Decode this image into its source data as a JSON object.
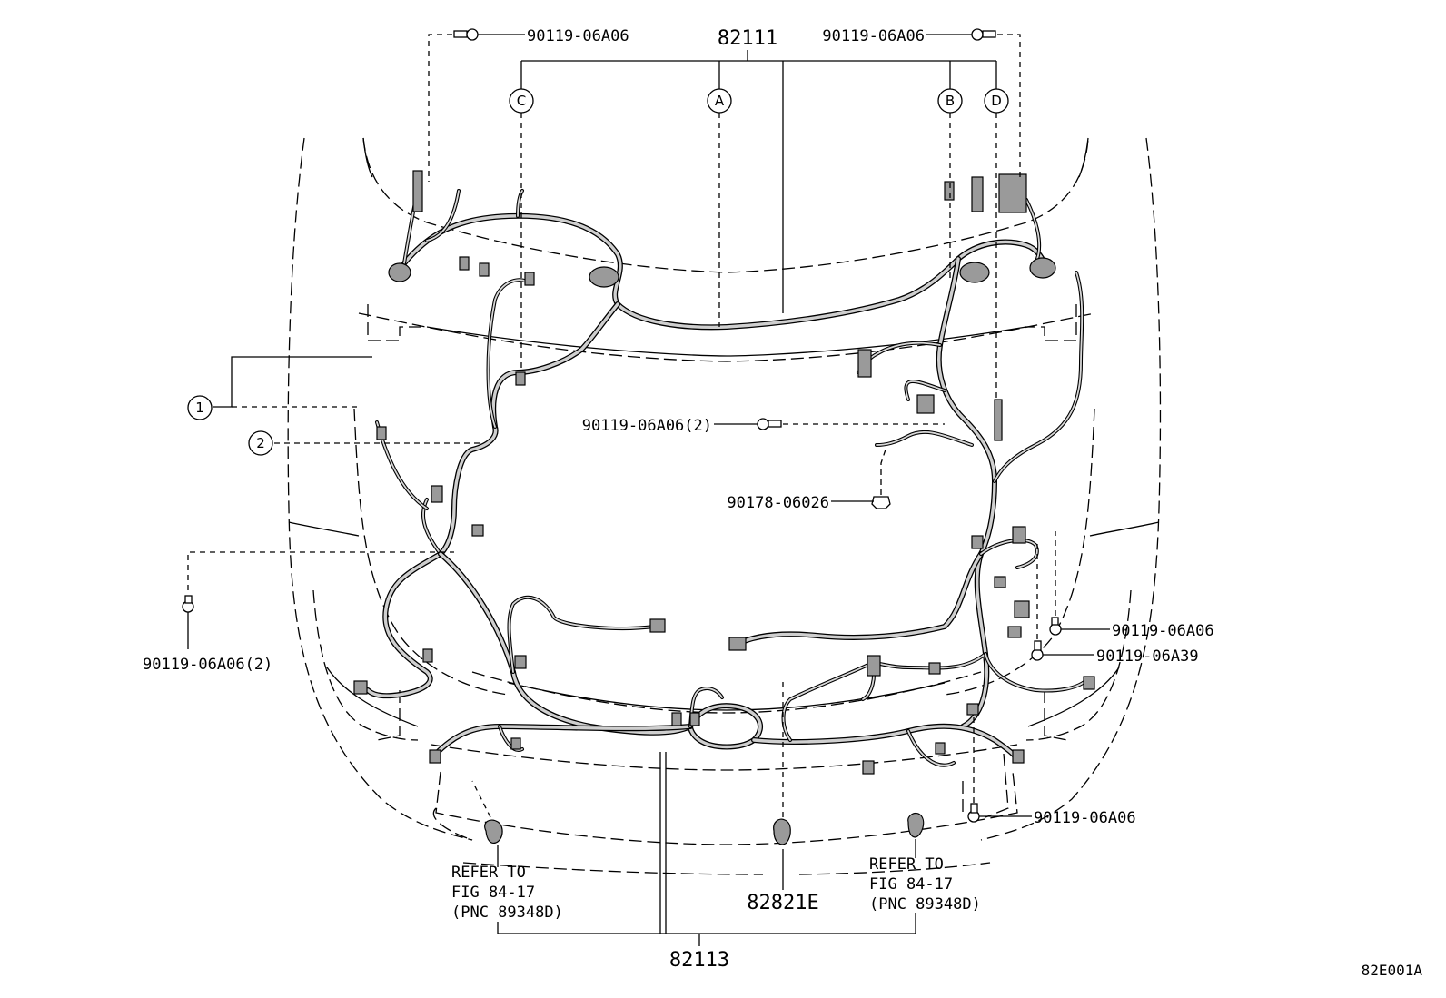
{
  "title_code": "82E001A",
  "main_parts": {
    "harness_upper": "82111",
    "harness_lower": "82113",
    "protector": "82821E"
  },
  "callouts": {
    "c": "C",
    "a": "A",
    "b": "B",
    "d": "D",
    "n1": "1",
    "n2": "2"
  },
  "part_labels": {
    "bolt_top_left": "90119-06A06",
    "bolt_top_right": "90119-06A06",
    "bolt_center": "90119-06A06(2)",
    "nut_center": "90178-06026",
    "bolt_left": "90119-06A06(2)",
    "bolt_right_1": "90119-06A06",
    "bolt_right_2": "90119-06A39",
    "bolt_right_3": "90119-06A06"
  },
  "references": {
    "left": [
      "REFER TO",
      "FIG 84-17",
      "(PNC 89348D)"
    ],
    "right": [
      "REFER TO",
      "FIG 84-17",
      "(PNC 89348D)"
    ]
  }
}
